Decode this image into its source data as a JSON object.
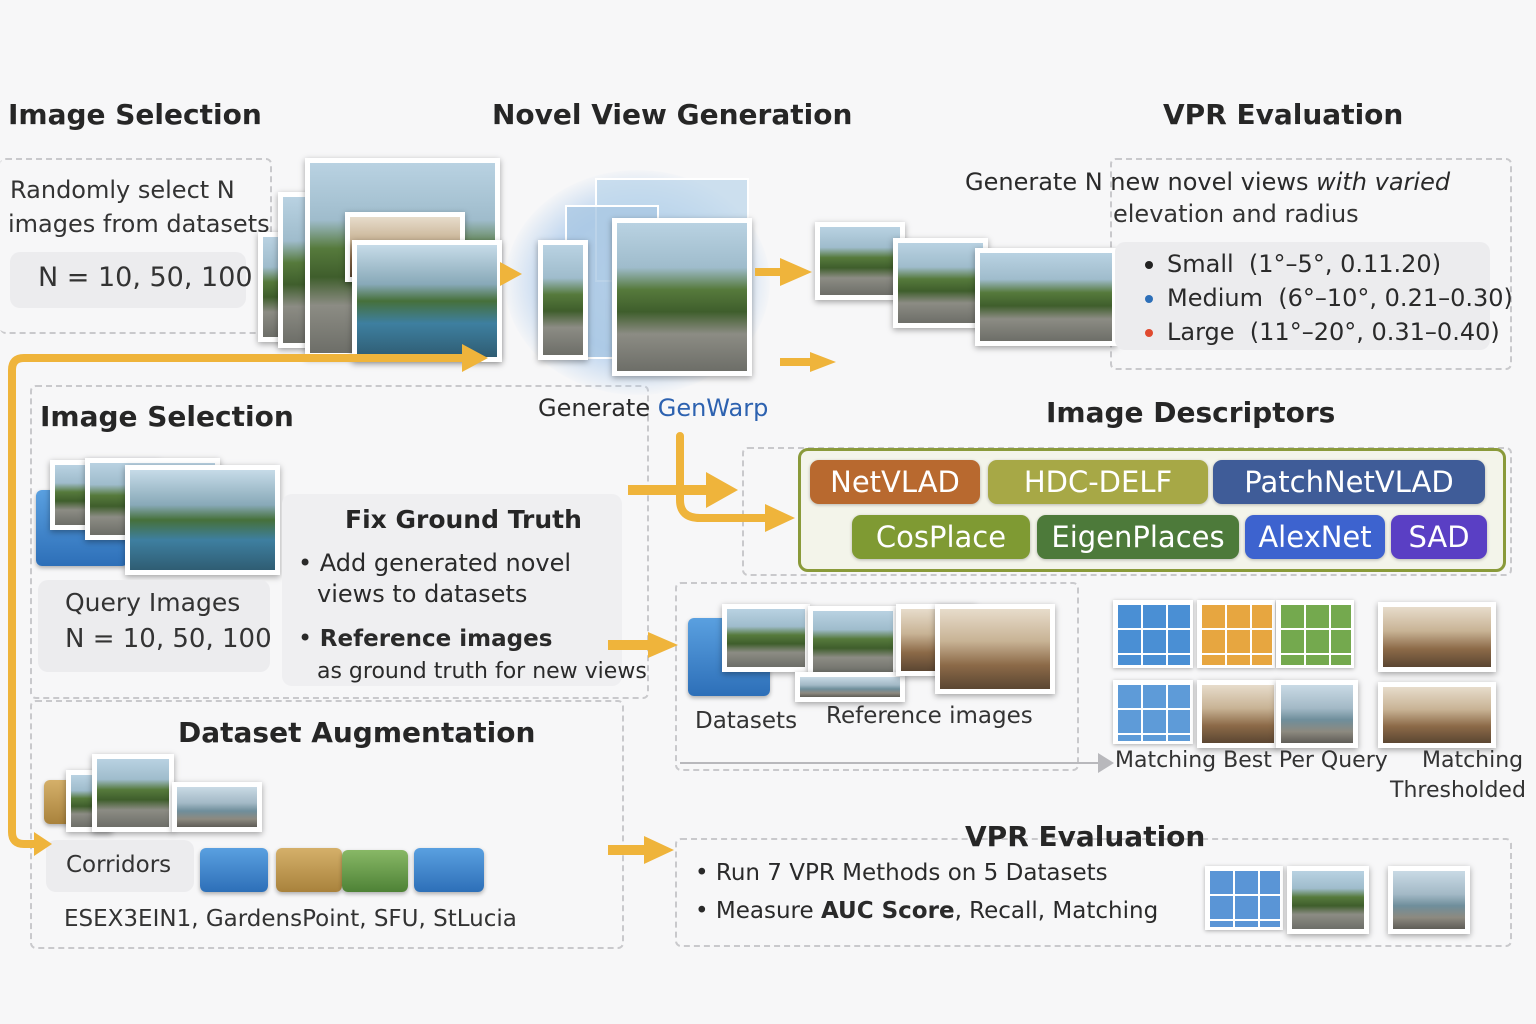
{
  "headings": {
    "image_selection_top": "Image Selection",
    "novel_view_generation": "Novel View Generation",
    "vpr_evaluation_top": "VPR Evaluation",
    "image_selection_mid": "Image Selection",
    "image_descriptors": "Image Descriptors",
    "fix_ground_truth": "Fix Ground Truth",
    "dataset_augmentation": "Dataset Augmentation",
    "vpr_evaluation_bottom": "VPR Evaluation"
  },
  "top_left": {
    "line1": "Randomly select N",
    "line2": "images from datasets",
    "n_values": "N = 10, 50, 100"
  },
  "generation": {
    "label_prefix": "Generate ",
    "label_method": "GenWarp"
  },
  "vpr_top": {
    "desc_line1_plain": "Generate N new novel views ",
    "desc_line1_italic": "with varied",
    "desc_line2": "elevation and radius",
    "levels": [
      {
        "label": "Small",
        "range": "(1°–5°, 0.11.20)",
        "color": "#222222"
      },
      {
        "label": "Medium",
        "range": "(6°–10°, 0.21–0.30)",
        "color": "#2d6fb8"
      },
      {
        "label": "Large",
        "range": "(11°–20°, 0.31–0.40)",
        "color": "#e04a2f"
      }
    ]
  },
  "query": {
    "label": "Query Images",
    "n_values": "N = 10, 50, 100"
  },
  "ground_truth": {
    "bullet1_line1": "Add generated novel",
    "bullet1_line2": "views to datasets",
    "bullet2_line1": "Reference images",
    "bullet2_line2": "as ground truth for new views"
  },
  "descriptors": [
    {
      "name": "NetVLAD",
      "color": "#b8692f"
    },
    {
      "name": "HDC-DELF",
      "color": "#a7a846"
    },
    {
      "name": "PatchNetVLAD",
      "color": "#3f5c98"
    },
    {
      "name": "CosPlace",
      "color": "#7f9a33"
    },
    {
      "name": "EigenPlaces",
      "color": "#4d7a3a"
    },
    {
      "name": "AlexNet",
      "color": "#3d63cf"
    },
    {
      "name": "SAD",
      "color": "#5a3fc4"
    }
  ],
  "matching": {
    "datasets_label": "Datasets",
    "reference_label": "Reference images",
    "best_per_query": "Matching Best Per Query",
    "thresholded_line1": "Matching",
    "thresholded_line2": "Thresholded"
  },
  "augmentation": {
    "corridors": "Corridors",
    "datasets_list": "ESEX3EIN1,  GardensPoint,  SFU,  StLucia"
  },
  "vpr_bottom": {
    "bullet1": "Run 7 VPR Methods on 5 Datasets",
    "bullet2_prefix": "Measure ",
    "bullet2_bold": "AUC Score",
    "bullet2_suffix": ", Recall, Matching"
  },
  "colors": {
    "arrow": "#efb43b",
    "genwarp_blue": "#2d62b0",
    "descriptor_border": "#8a9a3a"
  }
}
